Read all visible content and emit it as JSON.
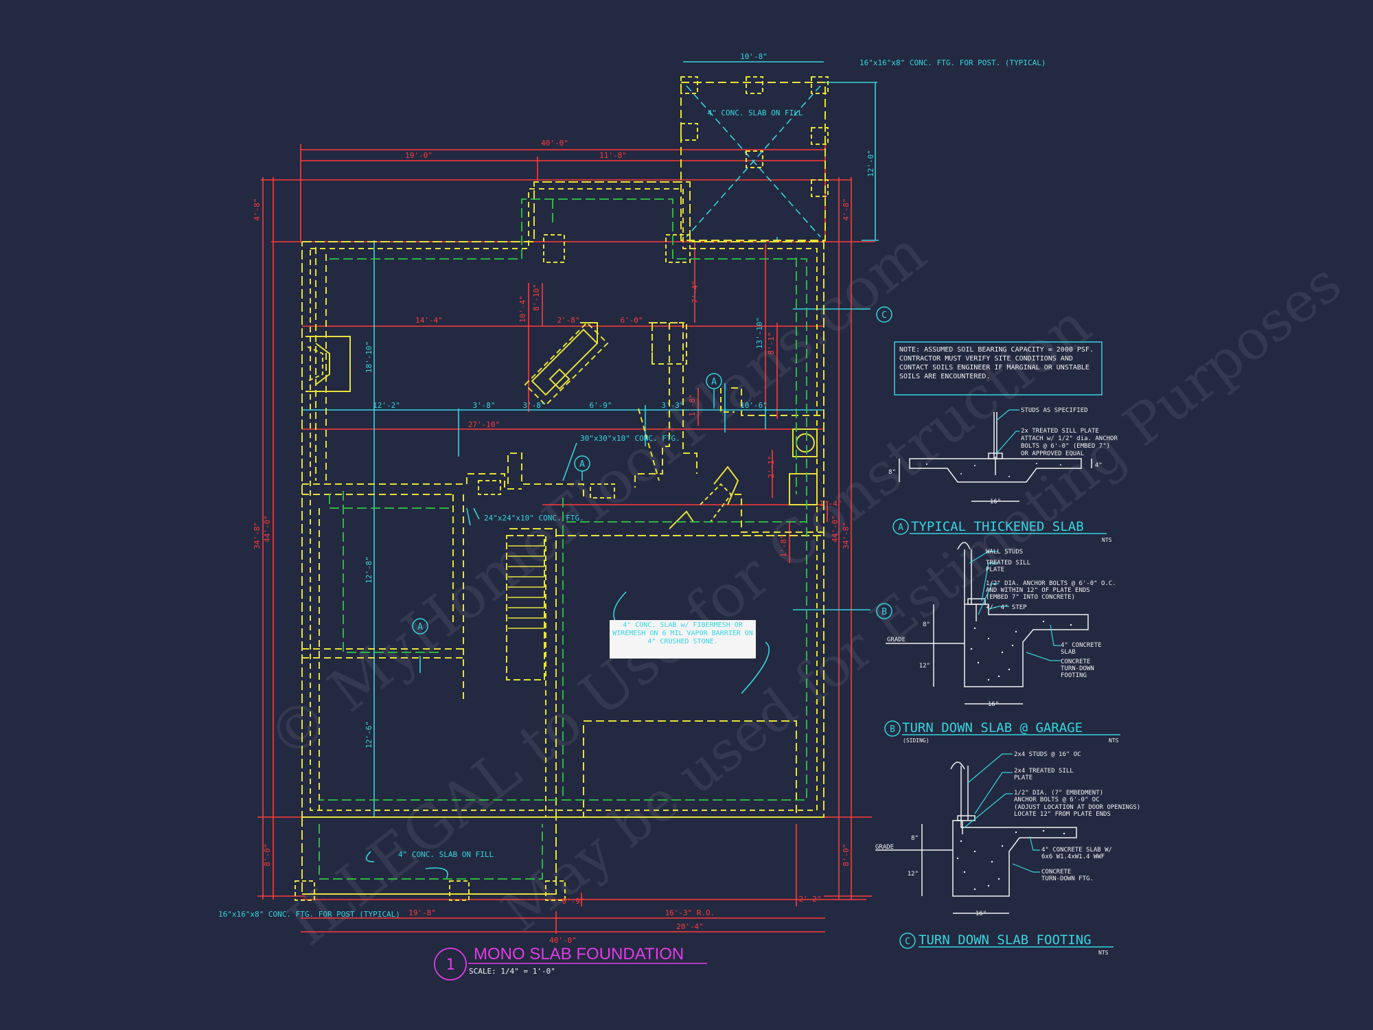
{
  "title": "MONO SLAB FOUNDATION",
  "title_number": "1",
  "scale": "SCALE: 1/4\" = 1'-0\"",
  "colors": {
    "background": "#232940",
    "wall_yellow": "#e8e23a",
    "inner_green": "#2ec943",
    "dimension_red": "#ff3b3b",
    "annotation_cyan": "#35d6e0",
    "title_magenta": "#e23ce6"
  },
  "watermark": {
    "line1": "© MyHomeFloorPlans.com",
    "line2": "ILLEGAL to Use for Construction",
    "line3": "May be used for Estimating Purposes"
  },
  "plan_notes": {
    "conc_slab_fill_top": "4\" CONC. SLAB ON FILL",
    "conc_slab_fill_bottom": "4\" CONC. SLAB ON FILL",
    "post_ftg_top": "16\"x16\"x8\" CONC. FTG. FOR POST. (TYPICAL)",
    "post_ftg_bottom": "16\"x16\"x8\" CONC. FTG. FOR POST (TYPICAL)",
    "ftg_30": "30\"x30\"x10\" CONC. FTG.",
    "ftg_24": "24\"x24\"x10\" CONC. FTG.",
    "main_slab_note": "4\" CONC. SLAB w/ FIBERMESH OR WIREMESH ON 6 MIL VAPOR BARRIER ON 4\" CRUSHED STONE.",
    "soil_note": "NOTE: ASSUMED SOIL BEARING CAPACITY = 2000 PSF. CONTRACTOR MUST VERIFY SITE CONDITIONS AND CONTACT SOILS ENGINEER IF MARGINAL OR UNSTABLE SOILS ARE ENCOUNTERED."
  },
  "dimensions": {
    "porch_width": "10'-8\"",
    "overall_width_top": "40'-0\"",
    "left_seg_top": "19'-0\"",
    "right_seg_top": "11'-8\"",
    "porch_depth": "12'-0\"",
    "left_upper": "4'-8\"",
    "overall_depth": "34'-8\"",
    "depth_44": "44'-0\"",
    "left_lower": "8'-0\"",
    "right_upper": "4'-8\"",
    "right_overall": "34'-8\"",
    "right_lower": "8'-0\"",
    "mid_14": "14'-4\"",
    "mid_2_8": "2'-8\"",
    "mid_6_0": "6'-0\"",
    "v_10_4": "10'-4\"",
    "v_8_10": "8'-10\"",
    "v_18_10": "18'-10\"",
    "row_12_2": "12'-2\"",
    "row_3_8a": "3'-8\"",
    "row_3_8b": "3'-8\"",
    "row_6_9": "6'-9\"",
    "row_3_3": "3'-3\"",
    "row_10_6": "10'-6\"",
    "row_27": "27'-10\"",
    "v_13_10": "13'-10\"",
    "v_8_1": "8'-1\"",
    "v_7_4": "7'-4\"",
    "v_12_8": "12'-8\"",
    "v_12_6": "12'-6\"",
    "v_2_1": "2'-1\"",
    "v_1_4": "1'-4\"",
    "v_1_8": "1'-8\"",
    "bottom_19_8": "19'-8\"",
    "bottom_20_4": "20'-4\"",
    "bottom_40": "40'-0\"",
    "bottom_16_3": "16'-3\" R.O.",
    "bottom_2_2": "2'-2\"",
    "bottom_0_9": "0'-9\""
  },
  "markers": {
    "a": "A",
    "b": "B",
    "c": "C"
  },
  "detail_a": {
    "title": "TYPICAL THICKENED SLAB",
    "letter": "A",
    "nts": "NTS",
    "notes": [
      "STUDS AS SPECIFIED",
      "2x TREATED SILL PLATE",
      "ATTACH w/ 1/2\" dia. ANCHOR",
      "BOLTS @ 6'-0\" (EMBED 7\")",
      "OR APPROVED EQUAL"
    ],
    "dim_16": "16\"",
    "dim_8": "8\"",
    "dim_4": "4\""
  },
  "detail_b": {
    "title": "TURN DOWN SLAB @ GARAGE",
    "letter": "B",
    "sub": "(SIDING)",
    "nts": "NTS",
    "notes": [
      "WALL STUDS",
      "TREATED SILL",
      "PLATE",
      "1/2\" DIA. ANCHOR BOLTS @ 6'-0\" O.C.",
      "AND WITHIN 12\" OF PLATE ENDS",
      "(EMBED 7\" INTO CONCRETE)",
      "+/- 4\" STEP",
      "4\" CONCRETE",
      "SLAB",
      "CONCRETE",
      "TURN-DOWN",
      "FOOTING"
    ],
    "grade": "GRADE",
    "dim_8": "8\"",
    "dim_12": "12\"",
    "dim_16": "16\""
  },
  "detail_c": {
    "title": "TURN DOWN SLAB FOOTING",
    "letter": "C",
    "nts": "NTS",
    "notes": [
      "2x4 STUDS @ 16\" OC",
      "2x4 TREATED SILL",
      "PLATE",
      "1/2\" DIA. (7\" EMBEDMENT)",
      "ANCHOR BOLTS @ 6'-0\" OC",
      "(ADJUST LOCATION AT DOOR OPENINGS)",
      "LOCATE 12\" FROM PLATE ENDS",
      "4\" CONCRETE SLAB W/",
      "6x6 W1.4xW1.4 WWF",
      "CONCRETE",
      "TURN-DOWN FTG."
    ],
    "grade": "GRADE",
    "dim_8": "8\"",
    "dim_12": "12\"",
    "dim_16": "16\""
  }
}
